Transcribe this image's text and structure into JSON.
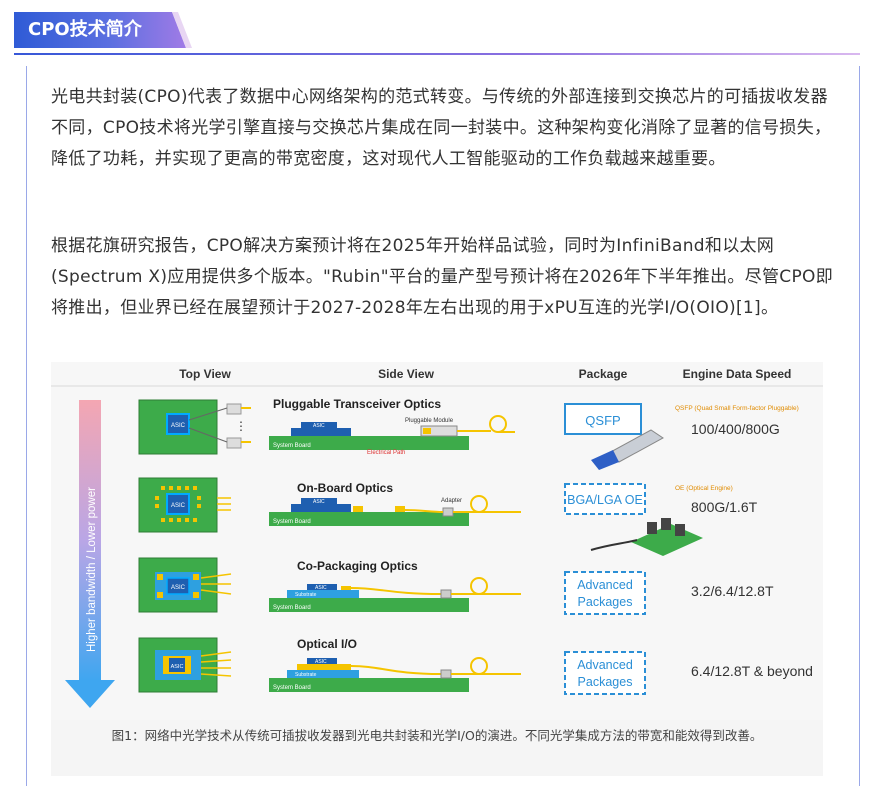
{
  "header": {
    "title": "CPO技术简介"
  },
  "paragraphs": [
    "光电共封装(CPO)代表了数据中心网络架构的范式转变。与传统的外部连接到交换芯片的可插拔收发器不同，CPO技术将光学引擎直接与交换芯片集成在同一封装中。这种架构变化消除了显著的信号损失，降低了功耗，并实现了更高的带宽密度，这对现代人工智能驱动的工作负载越来越重要。",
    "根据花旗研究报告，CPO解决方案预计将在2025年开始样品试验，同时为InfiniBand和以太网(Spectrum X)应用提供多个版本。\"Rubin\"平台的量产型号预计将在2026年下半年推出。尽管CPO即将推出，但业界已经在展望预计于2027-2028年左右出现的用于xPU互连的光学I/O(OIO)[1]。"
  ],
  "figure": {
    "columns": {
      "top_view": "Top View",
      "side_view": "Side View",
      "package": "Package",
      "speed": "Engine Data Speed"
    },
    "arrow_label": "Higher bandwidth / Lower power",
    "rows": [
      {
        "title": "Pluggable Transceiver Optics",
        "package": "QSFP",
        "package_note": "QSFP (Quad Small Form-factor Pluggable)",
        "speed": "100/400/800G",
        "side_extra": "Pluggable Module",
        "side_extra2": "Electrical Path"
      },
      {
        "title": "On-Board Optics",
        "package": "BGA/LGA OE",
        "package_note": "OE (Optical Engine)",
        "speed": "800G/1.6T",
        "side_extra": "Adapter",
        "side_extra2": ""
      },
      {
        "title": "Co-Packaging Optics",
        "package": "Advanced Packages",
        "package_note": "",
        "speed": "3.2/6.4/12.8T",
        "side_extra": "",
        "side_extra2": ""
      },
      {
        "title": "Optical I/O",
        "package": "Advanced Packages",
        "package_note": "",
        "speed": "6.4/12.8T & beyond",
        "side_extra": "",
        "side_extra2": ""
      }
    ],
    "labels": {
      "asic": "ASIC",
      "system_board": "System Board",
      "substrate": "Substrate"
    },
    "colors": {
      "board": "#3dab4a",
      "chip": "#1e5fb0",
      "fiber": "#f5c400",
      "pkg_box": "#2b8fd6",
      "arrow_top": "#f29aa8",
      "arrow_bottom": "#3ea6f0"
    }
  },
  "caption": "图1：网络中光学技术从传统可插拔收发器到光电共封装和光学I/O的演进。不同光学集成方法的带宽和能效得到改善。"
}
